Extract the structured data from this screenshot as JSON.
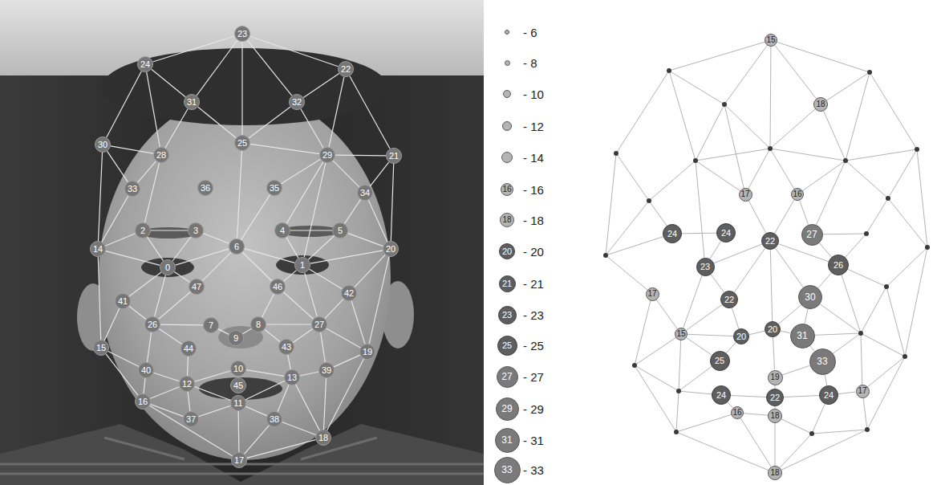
{
  "diagram": {
    "nodes": [
      {
        "text": [
          "23"
        ]
      },
      {
        "text": [
          "24"
        ]
      },
      {
        "text": [
          "22"
        ]
      },
      {
        "text": [
          "31"
        ]
      },
      {
        "text": [
          "32"
        ]
      },
      {
        "text": [
          "25"
        ]
      },
      {
        "text": [
          "30"
        ]
      },
      {
        "text": [
          "28"
        ]
      },
      {
        "text": [
          "29"
        ]
      },
      {
        "text": [
          "21"
        ]
      },
      {
        "text": [
          "33"
        ]
      },
      {
        "text": [
          "36"
        ]
      },
      {
        "text": [
          "35"
        ]
      },
      {
        "text": [
          "34"
        ]
      },
      {
        "text": [
          "2"
        ]
      },
      {
        "text": [
          "3"
        ]
      },
      {
        "text": [
          "4"
        ]
      },
      {
        "text": [
          "5"
        ]
      },
      {
        "text": [
          "6"
        ]
      },
      {
        "text": [
          "14"
        ]
      },
      {
        "text": [
          "20"
        ]
      },
      {
        "text": [
          "1"
        ]
      },
      {
        "text": [
          "0"
        ]
      },
      {
        "text": [
          "47"
        ]
      },
      {
        "text": [
          "46"
        ]
      },
      {
        "text": [
          "42"
        ]
      },
      {
        "text": [
          "41"
        ]
      },
      {
        "text": [
          "26"
        ]
      },
      {
        "text": [
          "7"
        ]
      },
      {
        "text": [
          "8"
        ]
      },
      {
        "text": [
          "27"
        ]
      },
      {
        "text": [
          "9"
        ]
      },
      {
        "text": [
          "43"
        ]
      },
      {
        "text": [
          "15"
        ]
      },
      {
        "text": [
          "44"
        ]
      },
      {
        "text": [
          "19"
        ]
      },
      {
        "text": [
          "40"
        ]
      },
      {
        "text": [
          "10"
        ]
      },
      {
        "text": [
          "39"
        ]
      },
      {
        "text": [
          "13"
        ]
      },
      {
        "text": [
          "45"
        ]
      },
      {
        "text": [
          "12"
        ]
      },
      {
        "text": [
          "11"
        ]
      },
      {
        "text": [
          "16"
        ]
      },
      {
        "text": [
          "37"
        ]
      },
      {
        "text": [
          "38"
        ]
      },
      {
        "text": [
          "18"
        ]
      },
      {
        "text": [
          "17"
        ]
      },
      {
        "text": [
          "15"
        ]
      },
      {
        "text": [
          "18"
        ]
      },
      {
        "text": [
          "17"
        ]
      },
      {
        "text": [
          "16"
        ]
      },
      {
        "text": [
          "24"
        ]
      },
      {
        "text": [
          "24"
        ]
      },
      {
        "text": [
          "22"
        ]
      },
      {
        "text": [
          "27"
        ]
      },
      {
        "text": [
          "23"
        ]
      },
      {
        "text": [
          "26"
        ]
      },
      {
        "text": [
          "17"
        ]
      },
      {
        "text": [
          "22"
        ]
      },
      {
        "text": [
          "30"
        ]
      },
      {
        "text": [
          "15"
        ]
      },
      {
        "text": [
          "20"
        ]
      },
      {
        "text": [
          "20"
        ]
      },
      {
        "text": [
          "31"
        ]
      },
      {
        "text": [
          "25"
        ]
      },
      {
        "text": [
          "33"
        ]
      },
      {
        "text": [
          "19"
        ]
      },
      {
        "text": [
          "17"
        ]
      },
      {
        "text": [
          "24"
        ]
      },
      {
        "text": [
          "22"
        ]
      },
      {
        "text": [
          "24"
        ]
      },
      {
        "text": [
          "16"
        ]
      },
      {
        "text": [
          "18"
        ]
      },
      {
        "text": [
          "18"
        ]
      }
    ],
    "edges": [
      {
        "from": 0,
        "to": 1,
        "arrow": "none"
      },
      {
        "from": 0,
        "to": 2,
        "arrow": "none"
      },
      {
        "from": 0,
        "to": 3,
        "arrow": "none"
      },
      {
        "from": 0,
        "to": 4,
        "arrow": "none"
      },
      {
        "from": 0,
        "to": 5,
        "arrow": "none"
      },
      {
        "from": 1,
        "to": 3,
        "arrow": "none"
      },
      {
        "from": 1,
        "to": 7,
        "arrow": "none"
      },
      {
        "from": 1,
        "to": 6,
        "arrow": "none"
      },
      {
        "from": 2,
        "to": 4,
        "arrow": "none"
      },
      {
        "from": 2,
        "to": 8,
        "arrow": "none"
      },
      {
        "from": 2,
        "to": 9,
        "arrow": "none"
      },
      {
        "from": 3,
        "to": 5,
        "arrow": "none"
      },
      {
        "from": 3,
        "to": 7,
        "arrow": "none"
      },
      {
        "from": 4,
        "to": 5,
        "arrow": "none"
      },
      {
        "from": 4,
        "to": 8,
        "arrow": "none"
      },
      {
        "from": 5,
        "to": 8,
        "arrow": "none"
      },
      {
        "from": 5,
        "to": 18,
        "arrow": "none"
      },
      {
        "from": 6,
        "to": 7,
        "arrow": "none"
      },
      {
        "from": 6,
        "to": 10,
        "arrow": "none"
      },
      {
        "from": 6,
        "to": 19,
        "arrow": "none"
      },
      {
        "from": 7,
        "to": 10,
        "arrow": "none"
      },
      {
        "from": 7,
        "to": 14,
        "arrow": "none"
      },
      {
        "from": 8,
        "to": 9,
        "arrow": "none"
      },
      {
        "from": 8,
        "to": 13,
        "arrow": "none"
      },
      {
        "from": 8,
        "to": 12,
        "arrow": "none"
      },
      {
        "from": 8,
        "to": 21,
        "arrow": "none"
      },
      {
        "from": 8,
        "to": 16,
        "arrow": "none"
      },
      {
        "from": 9,
        "to": 13,
        "arrow": "none"
      },
      {
        "from": 9,
        "to": 20,
        "arrow": "none"
      },
      {
        "from": 13,
        "to": 17,
        "arrow": "none"
      },
      {
        "from": 13,
        "to": 20,
        "arrow": "none"
      },
      {
        "from": 12,
        "to": 18,
        "arrow": "none"
      },
      {
        "from": 10,
        "to": 19,
        "arrow": "none"
      },
      {
        "from": 19,
        "to": 14,
        "arrow": "none"
      },
      {
        "from": 19,
        "to": 22,
        "arrow": "none"
      },
      {
        "from": 19,
        "to": 33,
        "arrow": "none"
      },
      {
        "from": 14,
        "to": 15,
        "arrow": "none"
      },
      {
        "from": 14,
        "to": 22,
        "arrow": "none"
      },
      {
        "from": 15,
        "to": 22,
        "arrow": "none"
      },
      {
        "from": 15,
        "to": 18,
        "arrow": "none"
      },
      {
        "from": 18,
        "to": 22,
        "arrow": "none"
      },
      {
        "from": 18,
        "to": 21,
        "arrow": "none"
      },
      {
        "from": 18,
        "to": 24,
        "arrow": "none"
      },
      {
        "from": 18,
        "to": 23,
        "arrow": "none"
      },
      {
        "from": 16,
        "to": 17,
        "arrow": "none"
      },
      {
        "from": 16,
        "to": 21,
        "arrow": "none"
      },
      {
        "from": 17,
        "to": 21,
        "arrow": "none"
      },
      {
        "from": 17,
        "to": 20,
        "arrow": "none"
      },
      {
        "from": 20,
        "to": 21,
        "arrow": "none"
      },
      {
        "from": 20,
        "to": 25,
        "arrow": "none"
      },
      {
        "from": 20,
        "to": 35,
        "arrow": "none"
      },
      {
        "from": 22,
        "to": 23,
        "arrow": "none"
      },
      {
        "from": 22,
        "to": 26,
        "arrow": "none"
      },
      {
        "from": 22,
        "to": 27,
        "arrow": "none"
      },
      {
        "from": 21,
        "to": 24,
        "arrow": "none"
      },
      {
        "from": 21,
        "to": 25,
        "arrow": "none"
      },
      {
        "from": 21,
        "to": 30,
        "arrow": "none"
      },
      {
        "from": 23,
        "to": 27,
        "arrow": "none"
      },
      {
        "from": 24,
        "to": 29,
        "arrow": "none"
      },
      {
        "from": 24,
        "to": 30,
        "arrow": "none"
      },
      {
        "from": 25,
        "to": 30,
        "arrow": "none"
      },
      {
        "from": 25,
        "to": 35,
        "arrow": "none"
      },
      {
        "from": 26,
        "to": 33,
        "arrow": "none"
      },
      {
        "from": 26,
        "to": 27,
        "arrow": "none"
      },
      {
        "from": 27,
        "to": 28,
        "arrow": "none"
      },
      {
        "from": 27,
        "to": 36,
        "arrow": "none"
      },
      {
        "from": 27,
        "to": 34,
        "arrow": "none"
      },
      {
        "from": 28,
        "to": 31,
        "arrow": "none"
      },
      {
        "from": 29,
        "to": 31,
        "arrow": "none"
      },
      {
        "from": 29,
        "to": 32,
        "arrow": "none"
      },
      {
        "from": 29,
        "to": 30,
        "arrow": "none"
      },
      {
        "from": 30,
        "to": 32,
        "arrow": "none"
      },
      {
        "from": 30,
        "to": 38,
        "arrow": "none"
      },
      {
        "from": 30,
        "to": 35,
        "arrow": "none"
      },
      {
        "from": 34,
        "to": 41,
        "arrow": "none"
      },
      {
        "from": 32,
        "to": 39,
        "arrow": "none"
      },
      {
        "from": 35,
        "to": 38,
        "arrow": "none"
      },
      {
        "from": 35,
        "to": 46,
        "arrow": "none"
      },
      {
        "from": 33,
        "to": 43,
        "arrow": "none"
      },
      {
        "from": 33,
        "to": 36,
        "arrow": "none"
      },
      {
        "from": 36,
        "to": 43,
        "arrow": "none"
      },
      {
        "from": 36,
        "to": 41,
        "arrow": "none"
      },
      {
        "from": 37,
        "to": 39,
        "arrow": "none"
      },
      {
        "from": 41,
        "to": 37,
        "arrow": "none"
      },
      {
        "from": 41,
        "to": 43,
        "arrow": "none"
      },
      {
        "from": 41,
        "to": 42,
        "arrow": "none"
      },
      {
        "from": 41,
        "to": 44,
        "arrow": "none"
      },
      {
        "from": 39,
        "to": 42,
        "arrow": "none"
      },
      {
        "from": 39,
        "to": 38,
        "arrow": "none"
      },
      {
        "from": 39,
        "to": 45,
        "arrow": "none"
      },
      {
        "from": 39,
        "to": 46,
        "arrow": "none"
      },
      {
        "from": 42,
        "to": 44,
        "arrow": "none"
      },
      {
        "from": 42,
        "to": 45,
        "arrow": "none"
      },
      {
        "from": 42,
        "to": 47,
        "arrow": "none"
      },
      {
        "from": 43,
        "to": 44,
        "arrow": "none"
      },
      {
        "from": 43,
        "to": 47,
        "arrow": "none"
      },
      {
        "from": 45,
        "to": 46,
        "arrow": "none"
      },
      {
        "from": 45,
        "to": 47,
        "arrow": "none"
      },
      {
        "from": 46,
        "to": 47,
        "arrow": "none"
      },
      {
        "from": 38,
        "to": 46,
        "arrow": "none"
      },
      {
        "from": 48,
        "to": 49,
        "arrow": "none"
      },
      {
        "from": 50,
        "to": 54,
        "arrow": "none"
      },
      {
        "from": 51,
        "to": 54,
        "arrow": "none"
      },
      {
        "from": 51,
        "to": 55,
        "arrow": "none"
      },
      {
        "from": 52,
        "to": 53,
        "arrow": "none"
      },
      {
        "from": 53,
        "to": 56,
        "arrow": "none"
      },
      {
        "from": 56,
        "to": 54,
        "arrow": "none"
      },
      {
        "from": 55,
        "to": 57,
        "arrow": "none"
      },
      {
        "from": 57,
        "to": 60,
        "arrow": "none"
      },
      {
        "from": 57,
        "to": 54,
        "arrow": "none"
      },
      {
        "from": 56,
        "to": 59,
        "arrow": "none"
      },
      {
        "from": 56,
        "to": 61,
        "arrow": "none"
      },
      {
        "from": 54,
        "to": 59,
        "arrow": "none"
      },
      {
        "from": 54,
        "to": 60,
        "arrow": "none"
      },
      {
        "from": 54,
        "to": 62,
        "arrow": "none"
      },
      {
        "from": 59,
        "to": 63,
        "arrow": "none"
      },
      {
        "from": 59,
        "to": 61,
        "arrow": "none"
      },
      {
        "from": 60,
        "to": 64,
        "arrow": "none"
      },
      {
        "from": 60,
        "to": 62,
        "arrow": "none"
      },
      {
        "from": 58,
        "to": 61,
        "arrow": "none"
      },
      {
        "from": 61,
        "to": 63,
        "arrow": "none"
      },
      {
        "from": 61,
        "to": 65,
        "arrow": "none"
      },
      {
        "from": 63,
        "to": 65,
        "arrow": "none"
      },
      {
        "from": 63,
        "to": 62,
        "arrow": "none"
      },
      {
        "from": 62,
        "to": 64,
        "arrow": "none"
      },
      {
        "from": 62,
        "to": 67,
        "arrow": "none"
      },
      {
        "from": 64,
        "to": 66,
        "arrow": "none"
      },
      {
        "from": 66,
        "to": 71,
        "arrow": "none"
      },
      {
        "from": 66,
        "to": 67,
        "arrow": "none"
      },
      {
        "from": 67,
        "to": 70,
        "arrow": "none"
      },
      {
        "from": 70,
        "to": 69,
        "arrow": "none"
      },
      {
        "from": 70,
        "to": 71,
        "arrow": "none"
      },
      {
        "from": 70,
        "to": 73,
        "arrow": "none"
      },
      {
        "from": 69,
        "to": 72,
        "arrow": "none"
      },
      {
        "from": 71,
        "to": 68,
        "arrow": "none"
      },
      {
        "from": 72,
        "to": 73,
        "arrow": "none"
      },
      {
        "from": 72,
        "to": 74,
        "arrow": "none"
      },
      {
        "from": 73,
        "to": 74,
        "arrow": "none"
      }
    ],
    "labels": [
      "16",
      "18",
      "20",
      "21",
      "23",
      "25",
      "27",
      "29",
      "31",
      "33"
    ],
    "legend": [
      {
        "text": "- 6"
      },
      {
        "text": "- 8"
      },
      {
        "text": "- 10"
      },
      {
        "text": "- 12"
      },
      {
        "text": "- 14"
      },
      {
        "text": "- 16"
      },
      {
        "text": "- 18"
      },
      {
        "text": "- 20"
      },
      {
        "text": "- 21"
      },
      {
        "text": "- 23"
      },
      {
        "text": "- 25"
      },
      {
        "text": "- 27"
      },
      {
        "text": "- 29"
      },
      {
        "text": "- 31"
      },
      {
        "text": "- 33"
      }
    ]
  }
}
